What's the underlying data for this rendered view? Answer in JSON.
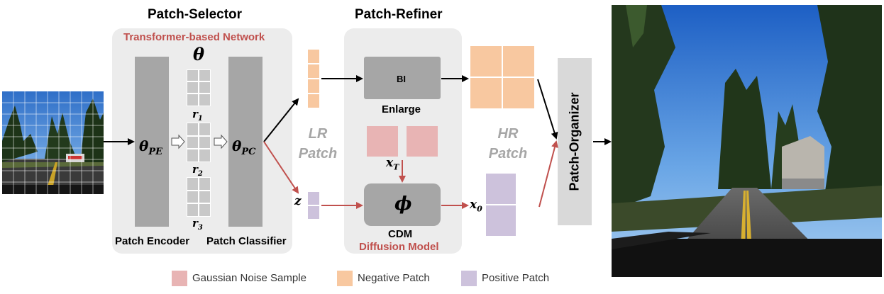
{
  "titles": {
    "patch_selector": "Patch-Selector",
    "patch_refiner": "Patch-Refiner",
    "transformer": "Transformer-based Network",
    "patch_organizer": "Patch-Organizer"
  },
  "labels": {
    "theta": "θ",
    "theta_pe_main": "θ",
    "theta_pe_sub": "PE",
    "theta_pc_main": "θ",
    "theta_pc_sub": "PC",
    "r1_main": "r",
    "r1_sub": "1",
    "r2_main": "r",
    "r2_sub": "2",
    "r3_main": "r",
    "r3_sub": "3",
    "patch_encoder": "Patch Encoder",
    "patch_classifier": "Patch Classifier",
    "lr_line1": "LR",
    "lr_line2": "Patch",
    "hr_line1": "HR",
    "hr_line2": "Patch",
    "bi": "BI",
    "enlarge": "Enlarge",
    "xt_main": "x",
    "xt_sub": "T",
    "phi": "ϕ",
    "z": "z",
    "x0_main": "x",
    "x0_sub": "0",
    "cdm": "CDM",
    "diffusion_model": "Diffusion Model"
  },
  "legend": [
    {
      "label": "Gaussian Noise Sample",
      "color": "#e8b4b4"
    },
    {
      "label": "Negative Patch",
      "color": "#f8c8a0"
    },
    {
      "label": "Positive Patch",
      "color": "#cdc2dc"
    }
  ],
  "colors": {
    "panel": "#ececec",
    "block": "#a6a6a6",
    "accent_red": "#c0504d",
    "arrow_red": "#c0504d",
    "lr_gray": "#a6a6a6"
  }
}
